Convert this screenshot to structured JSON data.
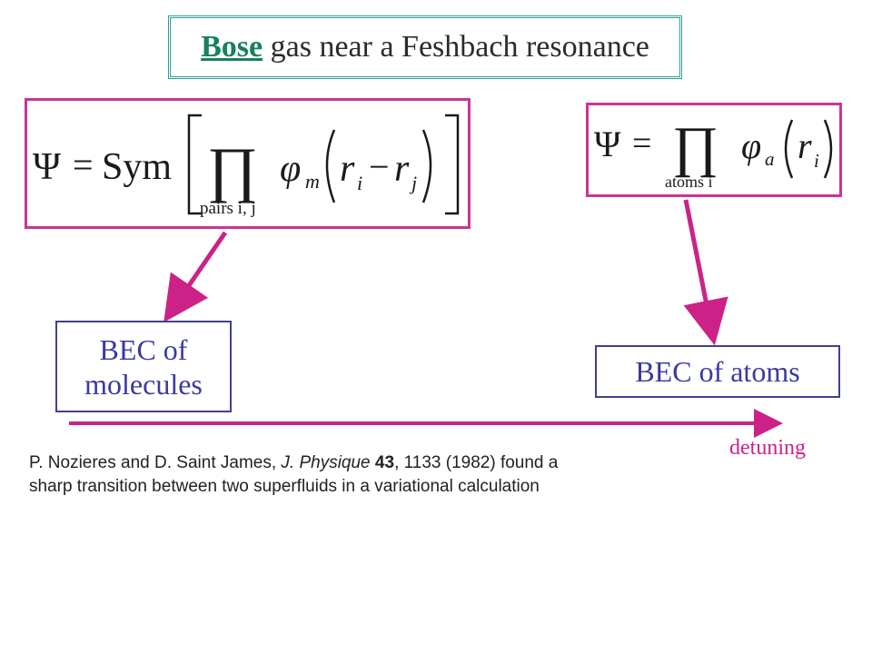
{
  "title": {
    "highlight": "Bose",
    "rest": "gas near a Feshbach resonance"
  },
  "equations": {
    "left": {
      "psi": "Ψ",
      "eq": "=",
      "sym": "Sym",
      "prod": "∏",
      "subscript": "pairs i, j",
      "phi": "φ",
      "phi_sub": "m",
      "r": "r",
      "i": "i",
      "minus": "−",
      "j": "j"
    },
    "right": {
      "psi": "Ψ",
      "eq": "=",
      "prod": "∏",
      "subscript": "atoms i",
      "phi": "φ",
      "phi_sub": "a",
      "r": "r",
      "i": "i"
    }
  },
  "labels": {
    "bec_molecules": "BEC of molecules",
    "bec_atoms": "BEC of atoms",
    "detuning": "detuning"
  },
  "reference": {
    "line1_prefix": "P. Nozieres and D. Saint James, ",
    "journal": "J. Physique",
    "volume": "43",
    "line1_suffix": ", 1133 (1982) found a",
    "line2": "sharp transition between two superfluids in a variational calculation"
  },
  "colors": {
    "accent_magenta": "#cc2288",
    "title_border": "#2aa198",
    "title_highlight": "#168060",
    "label_text": "#3a3aa0"
  }
}
